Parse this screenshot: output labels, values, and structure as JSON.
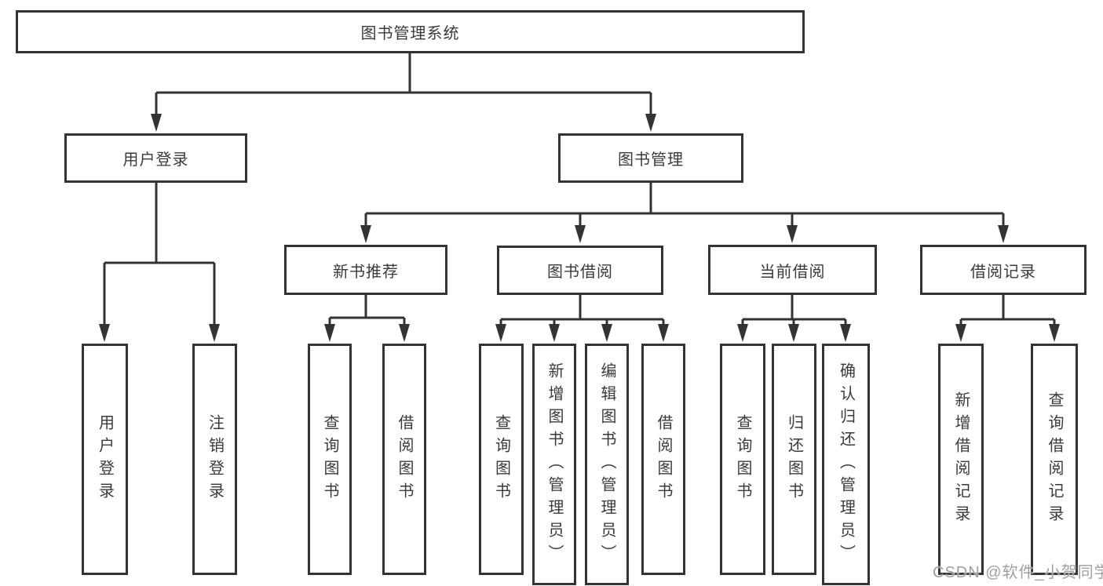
{
  "diagram": {
    "title": "图书管理系统",
    "tree": {
      "label": "图书管理系统",
      "children": [
        {
          "label": "用户登录",
          "children": [
            {
              "label": "用户登录"
            },
            {
              "label": "注销登录"
            }
          ]
        },
        {
          "label": "图书管理",
          "children": [
            {
              "label": "新书推荐",
              "children": [
                {
                  "label": "查询图书"
                },
                {
                  "label": "借阅图书"
                }
              ]
            },
            {
              "label": "图书借阅",
              "children": [
                {
                  "label": "查询图书"
                },
                {
                  "label": "新增图书（管理员）"
                },
                {
                  "label": "编辑图书（管理员）"
                },
                {
                  "label": "借阅图书"
                }
              ]
            },
            {
              "label": "当前借阅",
              "children": [
                {
                  "label": "查询图书"
                },
                {
                  "label": "归还图书"
                },
                {
                  "label": "确认归还（管理员）"
                }
              ]
            },
            {
              "label": "借阅记录",
              "children": [
                {
                  "label": "新增借阅记录"
                },
                {
                  "label": "查询借阅记录"
                }
              ]
            }
          ]
        }
      ]
    },
    "colors": {
      "line": "#333333",
      "box_border": "#333333",
      "text": "#3a3a3a",
      "watermark": "#9f9f9f",
      "background": "#ffffff"
    }
  },
  "watermark": {
    "text": "CSDN @软件_小贺同学"
  }
}
